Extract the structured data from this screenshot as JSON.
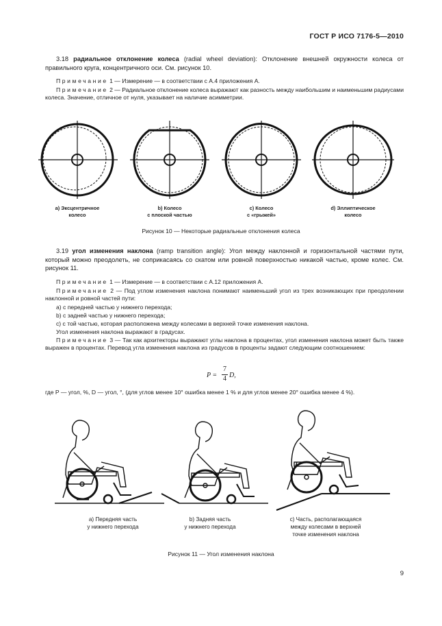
{
  "header": {
    "standard": "ГОСТ Р ИСО 7176-5—2010"
  },
  "s318": {
    "num": "3.18",
    "term": "радиальное отклонение колеса",
    "rest": " (radial wheel deviation): Отклонение внешней окружности колеса от правильного круга, концентричного оси. См. рисунок 10.",
    "note1_label": "Примечание",
    "note1_text": " 1 — Измерение — в соответствии с А.4 приложения А.",
    "note2_label": "Примечание",
    "note2_text": " 2 — Радиальное отклонение колеса выражают как разность между наибольшим и наименьшим радиусами колеса. Значение, отличное от нуля, указывает на наличие  асимметрии."
  },
  "fig10": {
    "captions": [
      {
        "l1": "a) Эксцентричное",
        "l2": "колесо"
      },
      {
        "l1": "b) Колесо",
        "l2": "с плоской частью"
      },
      {
        "l1": "c) Колесо",
        "l2": "с «грыжей»"
      },
      {
        "l1": "d) Эллиптическое",
        "l2": "колесо"
      }
    ],
    "title": "Рисунок 10 — Некоторые радиальные отклонения колеса"
  },
  "s319": {
    "num": "3.19",
    "term": "угол изменения наклона",
    "rest": " (ramp transition angle): Угол между наклонной и горизонтальной частями пути, который можно преодолеть, не соприкасаясь со скатом или ровной поверхностью никакой частью, кроме колес. См. рисунок 11.",
    "note1_label": "Примечание",
    "note1_text": " 1 — Измерение — в соответствии с А.12 приложения А.",
    "note2_label": "Примечание",
    "note2_text": " 2 — Под углом изменения наклона понимают наименьший угол из трех возникающих при преодолении наклонной и ровной частей пути:",
    "list": [
      "a) с передней частью у нижнего перехода;",
      "b) с задней частью  у нижнего перехода;",
      "c) с той частью, которая расположена между колесами в верхней точке изменения наклона."
    ],
    "degrees": "Угол изменения наклона выражают в градусах.",
    "note3_label": "Примечание",
    "note3_text": " 3 — Так как архитекторы выражают углы наклона в процентах, угол изменения наклона может быть также выражен в процентах.  Перевод угла изменения наклона из градусов  в проценты задают следующим соотношением:"
  },
  "formula": {
    "lhs": "P = ",
    "num": "7",
    "den": "4",
    "rhs": "D,",
    "frac_label": "7/4"
  },
  "where": "где P — угол, %,  D — угол, °, (для углов менее 10° ошибка менее 1 % и для углов менее 20° ошибка менее 4 %).",
  "fig11": {
    "captions": [
      {
        "l1": "a) Передняя часть",
        "l2": "у нижнего перехода",
        "l3": ""
      },
      {
        "l1": "b) Задняя часть",
        "l2": "у нижнего перехода",
        "l3": ""
      },
      {
        "l1": "c) Часть, располагающаяся",
        "l2": "между колесами в верхней",
        "l3": "точке изменения наклона"
      }
    ],
    "title": "Рисунок 11 — Угол изменения наклона"
  },
  "page_number": "9"
}
